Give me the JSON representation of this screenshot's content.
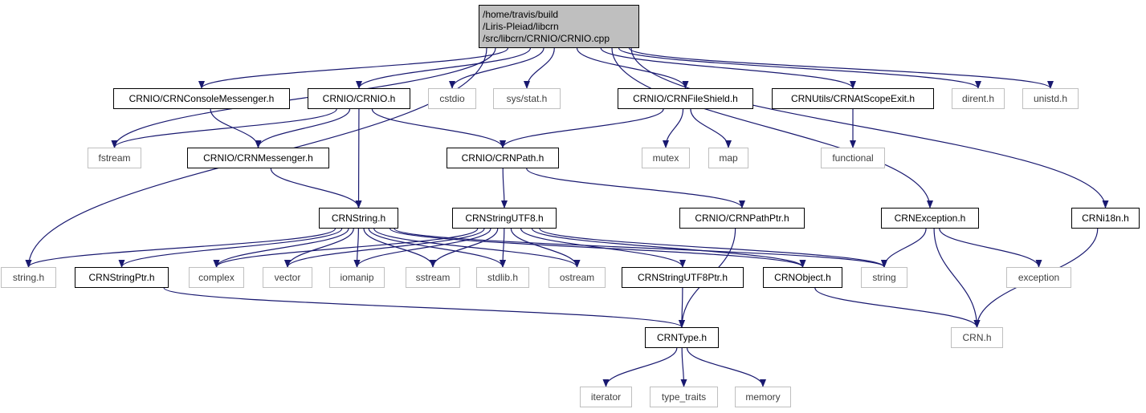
{
  "root": {
    "lines": [
      "/home/travis/build",
      "/Liris-Pleiad/libcrn",
      "/src/libcrn/CRNIO/CRNIO.cpp"
    ]
  },
  "nodes": {
    "crnio_console": {
      "label": "CRNIO/CRNConsoleMessenger.h",
      "kind": "internal"
    },
    "crnio_crnio": {
      "label": "CRNIO/CRNIO.h",
      "kind": "internal"
    },
    "cstdio": {
      "label": "cstdio",
      "kind": "external"
    },
    "sys_stat": {
      "label": "sys/stat.h",
      "kind": "external"
    },
    "crnio_fileshield": {
      "label": "CRNIO/CRNFileShield.h",
      "kind": "internal"
    },
    "crnutils_atscope": {
      "label": "CRNUtils/CRNAtScopeExit.h",
      "kind": "internal"
    },
    "dirent": {
      "label": "dirent.h",
      "kind": "external"
    },
    "unistd": {
      "label": "unistd.h",
      "kind": "external"
    },
    "fstream": {
      "label": "fstream",
      "kind": "external"
    },
    "crnio_messenger": {
      "label": "CRNIO/CRNMessenger.h",
      "kind": "internal"
    },
    "crnio_path": {
      "label": "CRNIO/CRNPath.h",
      "kind": "internal"
    },
    "mutex": {
      "label": "mutex",
      "kind": "external"
    },
    "map": {
      "label": "map",
      "kind": "external"
    },
    "functional": {
      "label": "functional",
      "kind": "external"
    },
    "crnstring": {
      "label": "CRNString.h",
      "kind": "internal"
    },
    "crnstringutf8": {
      "label": "CRNStringUTF8.h",
      "kind": "internal"
    },
    "crnio_pathptr": {
      "label": "CRNIO/CRNPathPtr.h",
      "kind": "internal"
    },
    "crnexception": {
      "label": "CRNException.h",
      "kind": "internal"
    },
    "crni18n": {
      "label": "CRNi18n.h",
      "kind": "internal"
    },
    "string_h": {
      "label": "string.h",
      "kind": "external"
    },
    "crnstringptr": {
      "label": "CRNStringPtr.h",
      "kind": "internal"
    },
    "complex": {
      "label": "complex",
      "kind": "external"
    },
    "vector": {
      "label": "vector",
      "kind": "external"
    },
    "iomanip": {
      "label": "iomanip",
      "kind": "external"
    },
    "sstream": {
      "label": "sstream",
      "kind": "external"
    },
    "stdlib": {
      "label": "stdlib.h",
      "kind": "external"
    },
    "ostream": {
      "label": "ostream",
      "kind": "external"
    },
    "crnstringutf8ptr": {
      "label": "CRNStringUTF8Ptr.h",
      "kind": "internal"
    },
    "crnobject": {
      "label": "CRNObject.h",
      "kind": "internal"
    },
    "string": {
      "label": "string",
      "kind": "external"
    },
    "exception": {
      "label": "exception",
      "kind": "external"
    },
    "crntype": {
      "label": "CRNType.h",
      "kind": "internal"
    },
    "crn_h": {
      "label": "CRN.h",
      "kind": "external"
    },
    "iterator": {
      "label": "iterator",
      "kind": "external"
    },
    "type_traits": {
      "label": "type_traits",
      "kind": "external"
    },
    "memory": {
      "label": "memory",
      "kind": "external"
    }
  },
  "edges": [
    [
      "root",
      "string_h"
    ],
    [
      "root",
      "fstream"
    ],
    [
      "root",
      "crnio_console"
    ],
    [
      "root",
      "crnio_crnio"
    ],
    [
      "root",
      "cstdio"
    ],
    [
      "root",
      "sys_stat"
    ],
    [
      "root",
      "crnexception"
    ],
    [
      "root",
      "crnio_fileshield"
    ],
    [
      "root",
      "crnutils_atscope"
    ],
    [
      "root",
      "dirent"
    ],
    [
      "root",
      "unistd"
    ],
    [
      "root",
      "crni18n"
    ],
    [
      "crnio_console",
      "crnio_messenger"
    ],
    [
      "crnio_crnio",
      "fstream"
    ],
    [
      "crnio_crnio",
      "crnio_messenger"
    ],
    [
      "crnio_crnio",
      "crnstring"
    ],
    [
      "crnio_crnio",
      "crnio_path"
    ],
    [
      "crnio_fileshield",
      "crnio_path"
    ],
    [
      "crnio_fileshield",
      "mutex"
    ],
    [
      "crnio_fileshield",
      "map"
    ],
    [
      "crnutils_atscope",
      "functional"
    ],
    [
      "crnio_messenger",
      "crnstring"
    ],
    [
      "crnio_path",
      "crnstringutf8"
    ],
    [
      "crnio_path",
      "crnio_pathptr"
    ],
    [
      "crnstring",
      "string_h"
    ],
    [
      "crnstring",
      "crnstringptr"
    ],
    [
      "crnstring",
      "complex"
    ],
    [
      "crnstring",
      "vector"
    ],
    [
      "crnstring",
      "iomanip"
    ],
    [
      "crnstring",
      "sstream"
    ],
    [
      "crnstring",
      "stdlib"
    ],
    [
      "crnstring",
      "ostream"
    ],
    [
      "crnstring",
      "crnobject"
    ],
    [
      "crnstring",
      "string"
    ],
    [
      "crnstringutf8",
      "complex"
    ],
    [
      "crnstringutf8",
      "vector"
    ],
    [
      "crnstringutf8",
      "iomanip"
    ],
    [
      "crnstringutf8",
      "sstream"
    ],
    [
      "crnstringutf8",
      "stdlib"
    ],
    [
      "crnstringutf8",
      "ostream"
    ],
    [
      "crnstringutf8",
      "crnstringutf8ptr"
    ],
    [
      "crnstringutf8",
      "crnobject"
    ],
    [
      "crnstringutf8",
      "string"
    ],
    [
      "crnio_pathptr",
      "crntype"
    ],
    [
      "crnexception",
      "string"
    ],
    [
      "crnexception",
      "exception"
    ],
    [
      "crnexception",
      "crn_h"
    ],
    [
      "crni18n",
      "crn_h"
    ],
    [
      "crnstringptr",
      "crntype"
    ],
    [
      "crnstringutf8ptr",
      "crntype"
    ],
    [
      "crnobject",
      "crn_h"
    ],
    [
      "crntype",
      "iterator"
    ],
    [
      "crntype",
      "type_traits"
    ],
    [
      "crntype",
      "memory"
    ]
  ],
  "colors": {
    "edge": "#191970",
    "root_fill": "#bfbfbf",
    "internal_border": "#000000",
    "external_border": "#bfbfbf"
  }
}
